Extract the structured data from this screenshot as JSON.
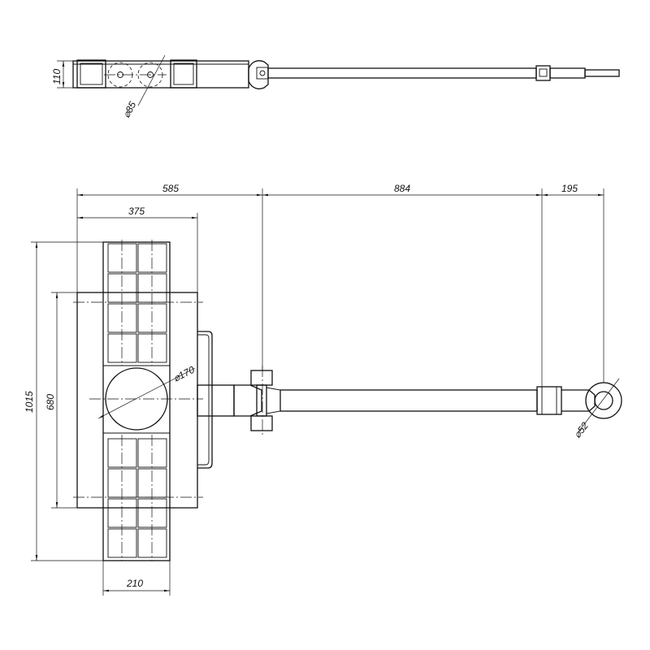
{
  "drawing": {
    "title": "",
    "top_view": {
      "height_dim": "110",
      "roller_dia": "⌀85"
    },
    "front_view": {
      "overall_length_1": "585",
      "overall_length_2": "884",
      "overall_length_3": "195",
      "frame_length": "375",
      "overall_width": "1015",
      "frame_width": "680",
      "roller_width": "210",
      "turntable_dia": "⌀170",
      "eye_dia": "⌀52"
    }
  }
}
